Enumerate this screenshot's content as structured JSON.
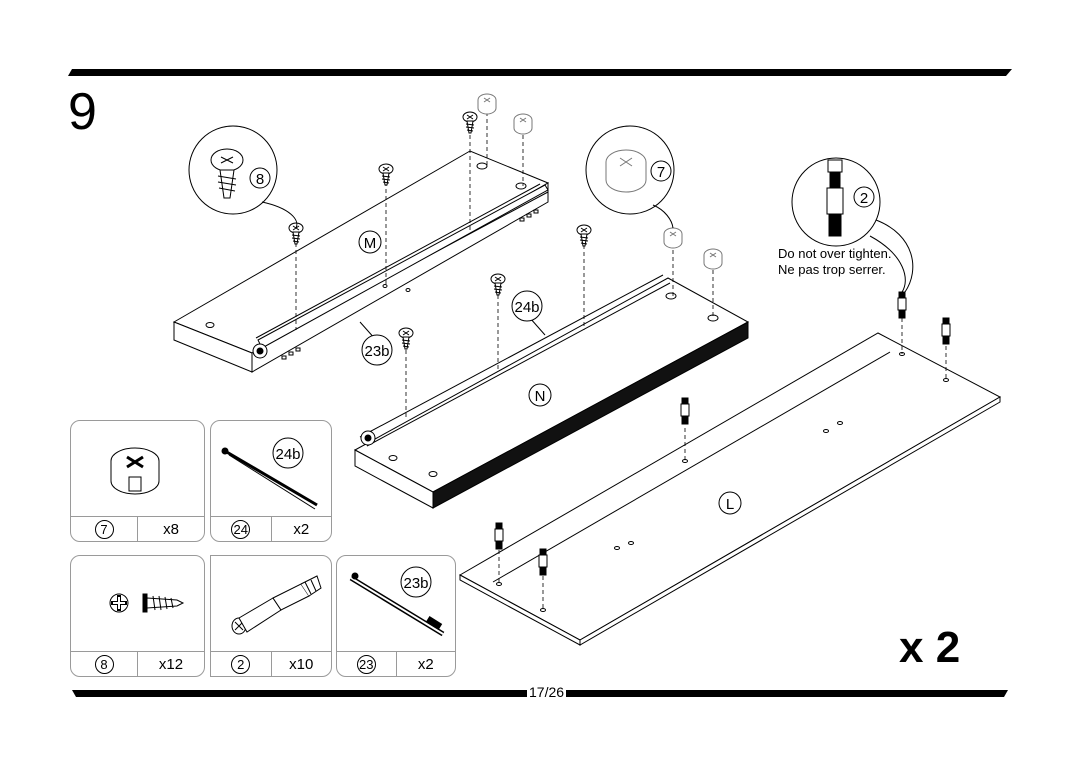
{
  "step": {
    "number": "9",
    "multiplier": "x 2"
  },
  "note": {
    "line1": "Do not over tighten.",
    "line2": "Ne pas trop serrer."
  },
  "page": {
    "number": "17/26"
  },
  "callouts": {
    "screw": "8",
    "cam": "7",
    "dowel": "2"
  },
  "panel_labels": {
    "m": "M",
    "n": "N",
    "l": "L",
    "slide_23b": "23b",
    "slide_24b": "24b"
  },
  "parts": [
    {
      "id": "7",
      "qty": "x8",
      "icon": "cam-lock-icon"
    },
    {
      "id": "24",
      "qty": "x2",
      "icon": "drawer-slide-icon",
      "tag": "24b"
    },
    {
      "id": "8",
      "qty": "x12",
      "icon": "screw-icon"
    },
    {
      "id": "2",
      "qty": "x10",
      "icon": "cam-dowel-icon"
    },
    {
      "id": "23",
      "qty": "x2",
      "icon": "drawer-slide-icon",
      "tag": "23b"
    }
  ]
}
